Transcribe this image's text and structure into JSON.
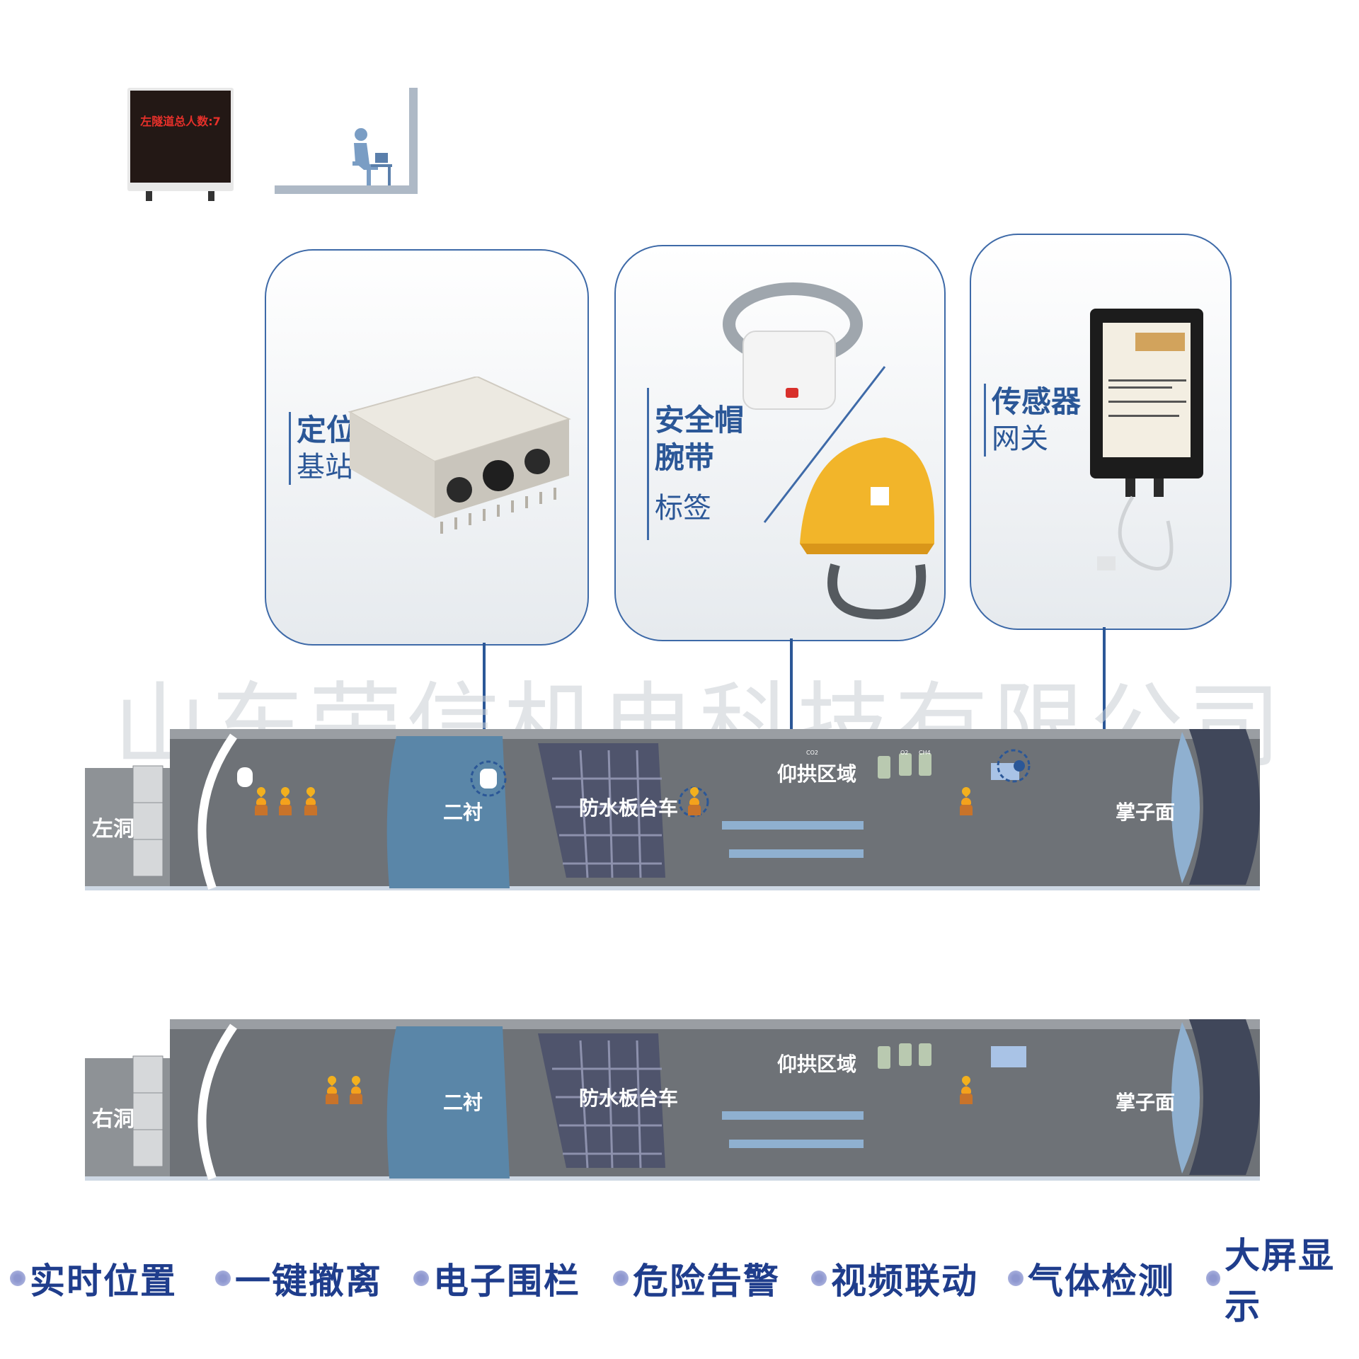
{
  "board": {
    "text": "左隧道总人数:7"
  },
  "cards": [
    {
      "id": "base-station",
      "title_bold": "定位",
      "title_rest": [
        "基站"
      ]
    },
    {
      "id": "tag",
      "title_bold": "安全帽\n腕带",
      "title_rest": [
        "标签"
      ]
    },
    {
      "id": "gateway",
      "title_bold": "传感器",
      "title_rest": [
        "网关"
      ]
    }
  ],
  "watermark": "山东荣信机电科技有限公司",
  "tunnels": [
    {
      "name": "左洞",
      "zones": {
        "lining": "二衬",
        "waterproof": "防水板台车",
        "invert": "仰拱区域",
        "face": "掌子面"
      }
    },
    {
      "name": "右洞",
      "zones": {
        "lining": "二衬",
        "waterproof": "防水板台车",
        "invert": "仰拱区域",
        "face": "掌子面"
      }
    }
  ],
  "gas_labels": [
    "CO2",
    "O2",
    "CH4"
  ],
  "features": [
    "实时位置",
    "一键撤离",
    "电子围栏",
    "危险告警",
    "视频联动",
    "气体检测",
    "大屏显示"
  ],
  "colors": {
    "accent": "#3e6aa8",
    "tunnel": "#6e7277",
    "lining": "#5a86a8",
    "feature_text": "#1f3d8c"
  }
}
